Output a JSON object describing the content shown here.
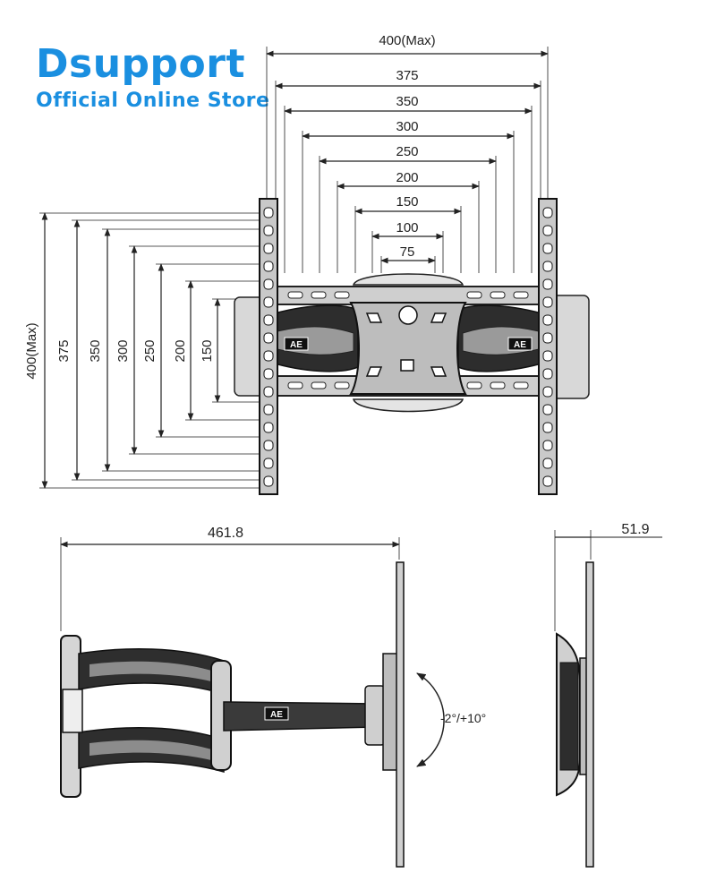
{
  "brand": {
    "title": "Dsupport",
    "subtitle": "Official Online Store",
    "color": "#1a8fe0"
  },
  "front_view": {
    "horizontal_dims": [
      "400(Max)",
      "375",
      "350",
      "300",
      "250",
      "200",
      "150",
      "100",
      "75"
    ],
    "vertical_dims": [
      "400(Max)",
      "375",
      "350",
      "300",
      "250",
      "200",
      "150"
    ],
    "logo_mark": "AE"
  },
  "side_view": {
    "depth_max": "461.8",
    "tilt_label": "-2°/+10°"
  },
  "end_view": {
    "depth_min": "51.9"
  }
}
